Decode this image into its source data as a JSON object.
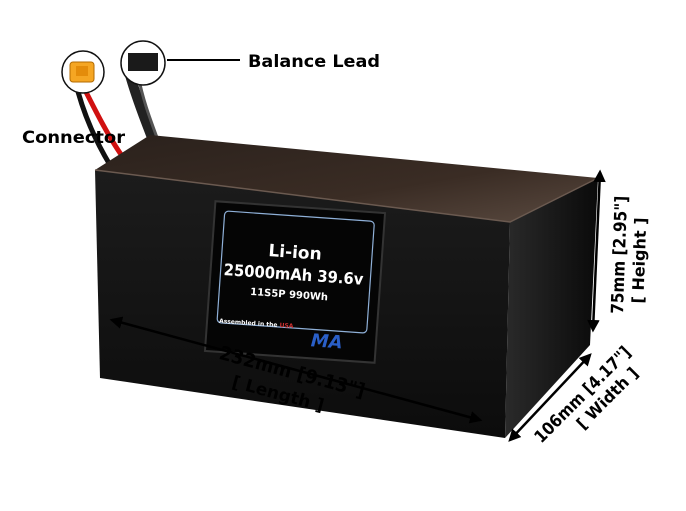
{
  "callouts": {
    "balance_lead": "Balance Lead",
    "connector": "Connector"
  },
  "label": {
    "chemistry": "Li-ion",
    "capacity_voltage": "25000mAh 39.6v",
    "config_energy": "11S5P 990Wh",
    "assembled_prefix": "Assembled in the ",
    "assembled_usa": "USA",
    "logo": "MA"
  },
  "dimensions": {
    "length_value": "232mm [9.13\"]",
    "length_name": "[ Length ]",
    "width_value": "106mm [4.17\"]",
    "width_name": "[ Width ]",
    "height_value": "75mm [2.95\"]",
    "height_name": "[ Height ]"
  }
}
